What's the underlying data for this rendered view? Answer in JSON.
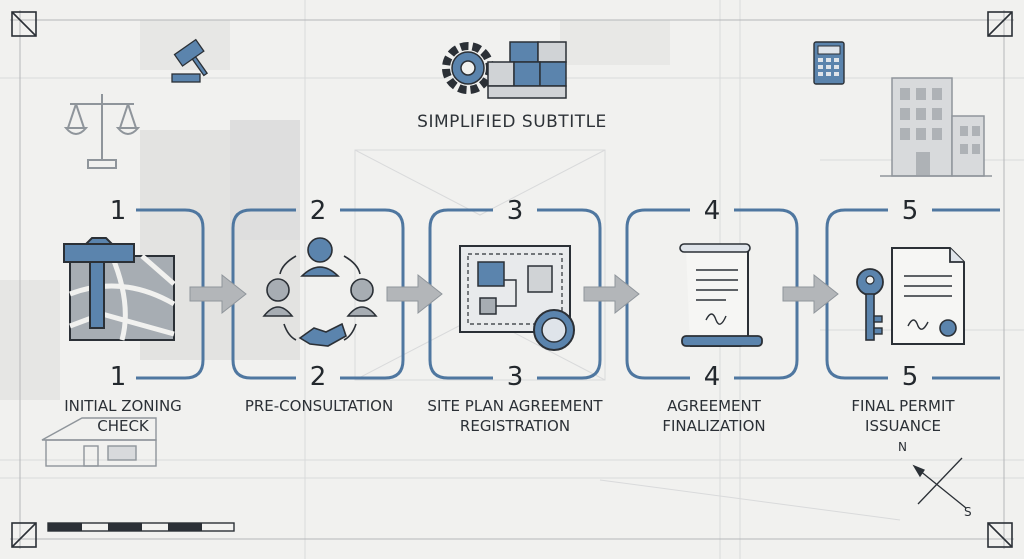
{
  "subtitle": "SIMPLIFIED SUBTITLE",
  "compass": {
    "north": "N",
    "south": "S"
  },
  "steps": [
    {
      "number": "1",
      "label_line1": "INITIAL ZONING",
      "label_line2": "CHECK"
    },
    {
      "number": "2",
      "label_line1": "PRE-CONSULTATION",
      "label_line2": ""
    },
    {
      "number": "3",
      "label_line1": "SITE PLAN AGREEMENT",
      "label_line2": "REGISTRATION"
    },
    {
      "number": "4",
      "label_line1": "AGREEMENT",
      "label_line2": "FINALIZATION"
    },
    {
      "number": "5",
      "label_line1": "FINAL PERMIT",
      "label_line2": "ISSUANCE"
    }
  ],
  "colors": {
    "accent_blue": "#5b84ad",
    "frame_blue": "#4f77a0",
    "arrow_gray": "#b3b6b9",
    "ink": "#2b3036",
    "map_gray": "#8f959b"
  }
}
